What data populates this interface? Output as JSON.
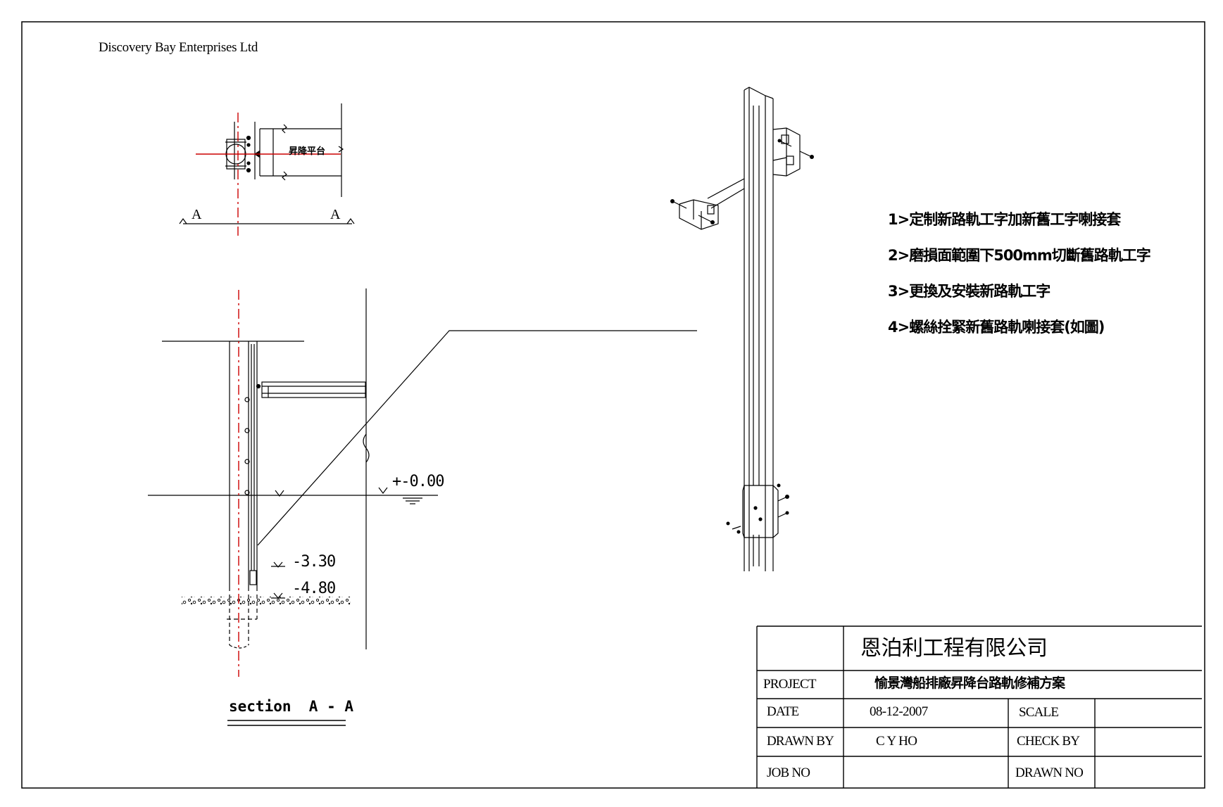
{
  "header": {
    "company": "Discovery Bay Enterprises Ltd"
  },
  "plan_view": {
    "section_mark_left": "A",
    "section_mark_right": "A",
    "platform_label": "昇降平台"
  },
  "section_view": {
    "title": "section  A - A",
    "levels": [
      "+-0.00",
      "-3.30",
      "-4.80"
    ]
  },
  "notes": [
    "1>定制新路軌工字加新舊工字喇接套",
    "2>磨損面範圍下500mm切斷舊路軌工字",
    "3>更換及安裝新路軌工字",
    "4>螺絲拴緊新舊路軌喇接套(如圖)"
  ],
  "title_block": {
    "contractor": "恩泊利工程有限公司",
    "project_label": "PROJECT",
    "project_value": "愉景灣船排廠昇降台路軌修補方案",
    "date_label": "DATE",
    "date_value": "08-12-2007",
    "scale_label": "SCALE",
    "scale_value": "",
    "drawn_by_label": "DRAWN BY",
    "drawn_by_value": "C Y HO",
    "check_by_label": "CHECK BY",
    "check_by_value": "",
    "job_no_label": "JOB NO",
    "job_no_value": "",
    "drawn_no_label": "DRAWN NO",
    "drawn_no_value": ""
  },
  "colors": {
    "line": "#000000",
    "centerline": "#cc0000"
  }
}
